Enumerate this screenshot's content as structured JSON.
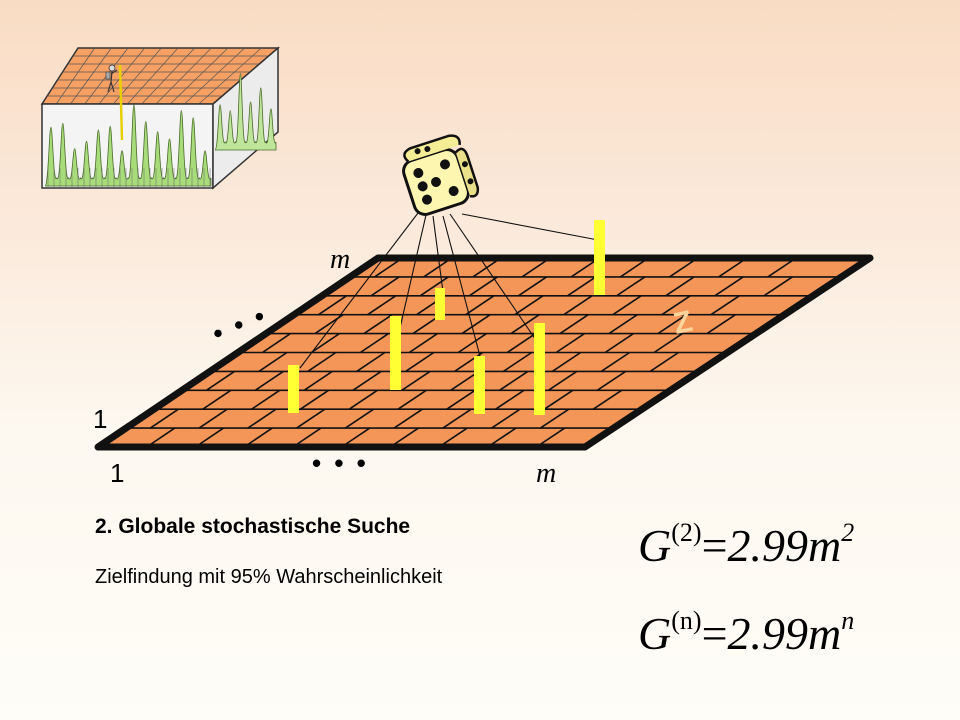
{
  "diagram": {
    "title": "2. Globale stochastische Suche",
    "subtitle": "Zielfindung mit 95% Wahrscheinlichkeit",
    "axis_labels": {
      "left_top": "m",
      "left_bottom": "1",
      "bottom_left": "1",
      "bottom_right": "m",
      "ellipsis_left": "• • •",
      "ellipsis_bottom": "• • •"
    },
    "target_label": "Z",
    "formulas": [
      {
        "lhs": "G",
        "sup": "(2)",
        "equals": "=",
        "coef": "2.99",
        "var": "m",
        "exp": "2"
      },
      {
        "lhs": "G",
        "sup": "(n)",
        "equals": "=",
        "coef": "2.99",
        "var": "m",
        "exp": "n"
      }
    ],
    "colors": {
      "grid_fill": "#f59659",
      "grid_line": "#111111",
      "probe": "#ffff33",
      "die": "#fdf6b0",
      "landscape_peak": "#a8dc7a"
    },
    "icons": [
      "die-icon",
      "landscape-block-icon",
      "hiker-icon"
    ]
  }
}
